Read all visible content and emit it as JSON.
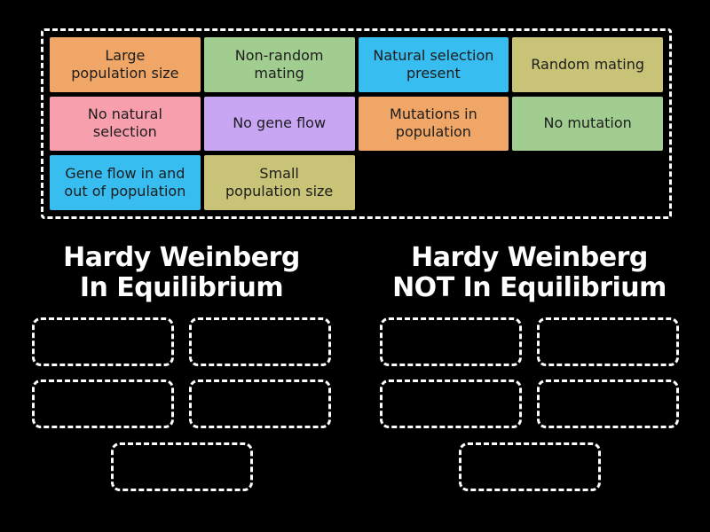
{
  "colors": {
    "background": "#000000",
    "border": "#ffffff",
    "tile_text": "#1d1d1d",
    "heading_text": "#ffffff",
    "orange": "#f0a667",
    "green": "#a1ce90",
    "blue": "#38bdf0",
    "khaki": "#c9c377",
    "pink": "#f89fad",
    "purple": "#c8a6f4"
  },
  "bank": {
    "tiles": [
      {
        "label": "Large\npopulation size",
        "color": "#f0a667"
      },
      {
        "label": "Non-random\nmating",
        "color": "#a1ce90"
      },
      {
        "label": "Natural selection\npresent",
        "color": "#38bdf0"
      },
      {
        "label": "Random mating",
        "color": "#c9c377"
      },
      {
        "label": "No natural\nselection",
        "color": "#f89fad"
      },
      {
        "label": "No gene flow",
        "color": "#c8a6f4"
      },
      {
        "label": "Mutations in\npopulation",
        "color": "#f0a667"
      },
      {
        "label": "No mutation",
        "color": "#a1ce90"
      },
      {
        "label": "Gene flow in and\nout of population",
        "color": "#38bdf0"
      },
      {
        "label": "Small\npopulation size",
        "color": "#c9c377"
      }
    ]
  },
  "groups": [
    {
      "title_line1": "Hardy Weinberg",
      "title_line2": "In Equilibrium",
      "slot_count": 5
    },
    {
      "title_line1": "Hardy Weinberg",
      "title_line2": "NOT In Equilibrium",
      "slot_count": 5
    }
  ]
}
